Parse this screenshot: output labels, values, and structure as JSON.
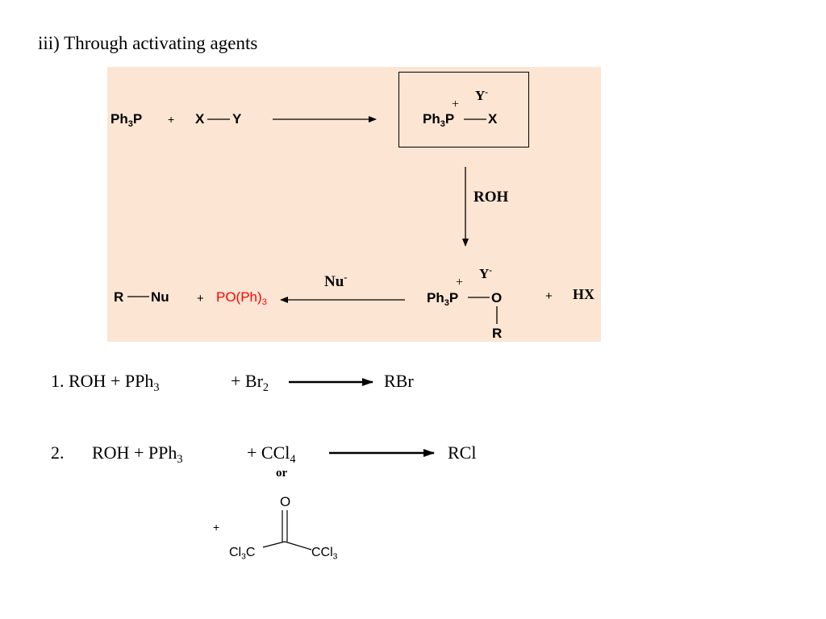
{
  "colors": {
    "scheme_bg": "#fce5d3",
    "highlight": "#ff0000",
    "text": "#000000"
  },
  "heading": {
    "text": "iii) Through activating agents"
  },
  "scheme": {
    "reactant_ph3p": {
      "main": "Ph",
      "sub": "3",
      "tail": "P"
    },
    "plus_1": "+",
    "xy_x": "X",
    "xy_y": "Y",
    "intermediate1": {
      "anion": "Y",
      "anion_charge": "-",
      "cation_charge": "+",
      "ph3p_main": "Ph",
      "ph3p_sub": "3",
      "ph3p_tail": "P",
      "x": "X"
    },
    "roh": "ROH",
    "intermediate2": {
      "anion": "Y",
      "anion_charge": "-",
      "cation_charge": "+",
      "ph3p_main": "Ph",
      "ph3p_sub": "3",
      "ph3p_tail": "P",
      "o": "O",
      "r": "R"
    },
    "plus_hx": "+",
    "hx": "HX",
    "nucleophile": {
      "main": "Nu",
      "charge": "-"
    },
    "product_r": "R",
    "product_nu": "Nu",
    "plus_3": "+",
    "byproduct": {
      "main": "PO(Ph)",
      "sub": "3"
    }
  },
  "eq1": {
    "prefix": "1. ROH  +  PPh",
    "prefix_sub": "3",
    "reagent": "+ Br",
    "reagent_sub": "2",
    "product": "RBr"
  },
  "eq2": {
    "number": "2.",
    "prefix": "ROH  +  PPh",
    "prefix_sub": "3",
    "reagent": "+ CCl",
    "reagent_sub": "4",
    "or": "or",
    "product": "RCl"
  },
  "hexachloroacetone": {
    "plus": "+",
    "o": "O",
    "left": {
      "a": "Cl",
      "sub": "3",
      "b": "C"
    },
    "right": {
      "a": "CCl",
      "sub": "3"
    }
  }
}
